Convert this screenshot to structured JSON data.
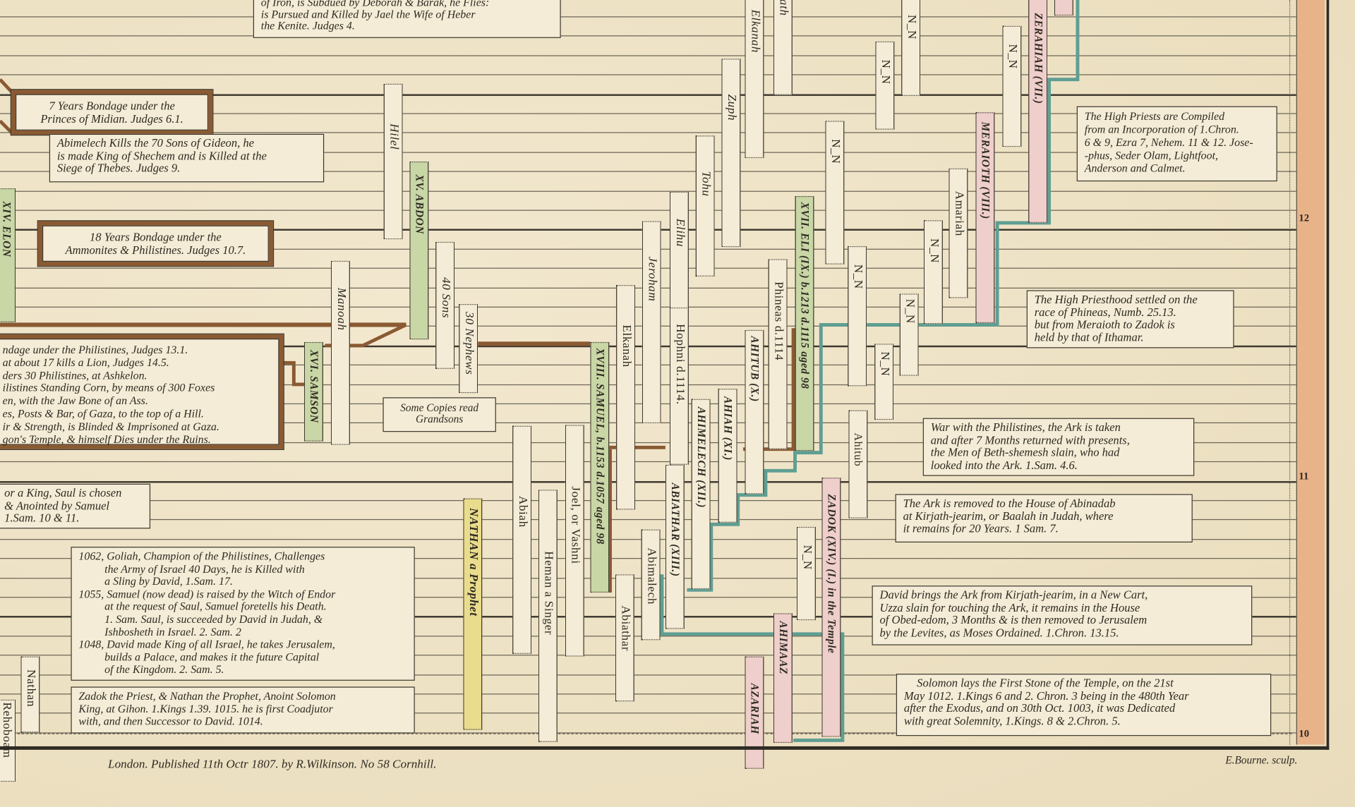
{
  "boxes": {
    "deborah": [
      "of Iron, is Subdued by Deborah & Barak, he Flies:",
      "is Pursued and Killed by Jael the Wife of Heber",
      "the Kenite. Judges 4."
    ],
    "midian": [
      "7 Years Bondage under the",
      "Princes of Midian. Judges 6.1."
    ],
    "abimelech": [
      "Abimelech Kills the 70 Sons of Gideon, he",
      "is made King of Shechem and is Killed at the",
      "Siege of Thebes. Judges 9."
    ],
    "ammonites": [
      "18 Years Bondage under the",
      "Ammonites & Philistines. Judges 10.7."
    ],
    "samson": [
      "ndage under the Philistines, Judges 13.1.",
      "at about 17 kills a Lion, Judges 14.5.",
      "ders 30 Philistines, at Ashkelon.",
      "ilistines Standing Corn, by means of 300 Foxes",
      "en, with the Jaw Bone of an Ass.",
      "es, Posts & Bar, of Gaza, to the top of a Hill.",
      "ir & Strength, is Blinded & Imprisoned at Gaza.",
      "gon's Temple, & himself Dies under the Ruins."
    ],
    "saul": [
      "or a King, Saul is chosen",
      "& Anointed by Samuel",
      "1.Sam. 10 & 11."
    ],
    "goliah": [
      "1062, Goliah, Champion of the Philistines, Challenges",
      "the Army of Israel 40 Days, he is Killed with",
      "a Sling by David, 1.Sam. 17.",
      "1055, Samuel (now dead) is raised by the Witch of Endor",
      "at the request of Saul, Samuel foretells his Death.",
      "1. Sam. Saul, is succeeded by David in Judah, &",
      "Ishbosheth in Israel. 2. Sam. 2",
      "1048, David made King of all Israel, he takes Jerusalem,",
      "builds a Palace, and makes it the future Capital",
      "of the Kingdom. 2. Sam. 5."
    ],
    "zadok": [
      "Zadok the Priest, & Nathan the Prophet, Anoint Solomon",
      "King, at Gihon. 1.Kings 1.39. 1015. he is first Coadjutor",
      "with, and then Successor to David. 1014."
    ],
    "grandsons": [
      "Some Copies read",
      "Grandsons"
    ],
    "high_priests": [
      "The High Priests are Compiled",
      "from an Incorporation of 1.Chron.",
      "6 & 9, Ezra 7, Nehem. 11 & 12. Jose-",
      "-phus, Seder Olam, Lightfoot,",
      "Anderson and Calmet."
    ],
    "phineas": [
      "The High Priesthood settled on the",
      "race of Phineas, Numb. 25.13.",
      "but from Meraioth to Zadok is",
      "held by that of Ithamar."
    ],
    "ark_taken": [
      "War with the Philistines, the Ark is taken",
      "and after 7 Months returned with presents,",
      "the Men of Beth-shemesh slain, who had",
      "looked into the Ark. 1.Sam. 4.6."
    ],
    "ark_removed": [
      "The Ark is removed to the House of Abinadab",
      "at Kirjath-jearim, or Baalah in Judah, where",
      "it remains for 20 Years. 1 Sam. 7."
    ],
    "ark_jerusalem": [
      "David brings the Ark from Kirjath-jearim, in a New Cart,",
      "Uzza slain for touching the Ark, it remains in the House",
      "of Obed-edom, 3 Months & is then removed to Jerusalem",
      "by the Levites, as Moses Ordained. 1.Chron. 13.15."
    ],
    "temple": [
      "Solomon lays the First Stone of the Temple, on the 21st",
      "May 1012. 1.Kings 6 and 2. Chron. 3 being in the 480th Year",
      "after the Exodus, and on 30th Oct. 1003, it was Dedicated",
      "with great Solemnity, 1.Kings. 8 & 2.Chron. 5."
    ]
  },
  "bars": {
    "elon": "XIV. ELON",
    "hilel": "Hilel",
    "abdon": "XV. ABDON",
    "sons": "40 Sons",
    "nephews": "30 Nephews",
    "manoah": "Manoah",
    "samson": "XVI. SAMSON",
    "elkanah_top": "Elkanah",
    "ath": "ath",
    "zuph": "Zuph",
    "tohu": "Tohu",
    "elihu": "Elihu",
    "jeroham": "Jeroham",
    "elkanah": "Elkanah",
    "samuel": "XVIII. SAMUEL, b.1153 d.1057 aged 98",
    "hophni": "Hophni d.1114.",
    "phineas": "Phineas d.1114",
    "eli": "XVII. ELI (IX.) b.1213 d.1115 aged 98",
    "ahitub_hp": "AHITUB (X.)",
    "ahiah": "AHIAH (XI.)",
    "ahimelech": "AHIMELECH (XII.)",
    "abiathar_hp": "ABIATHAR (XIII.)",
    "abimalech": "Abimalech",
    "abiathar": "Abiathar",
    "abiah": "Abiah",
    "joel": "Joel, or Vashni",
    "heman": "Heman a Singer",
    "nathan_prophet": "NATHAN a Prophet",
    "nathan": "Nathan",
    "rehoboam": "Rehoboam",
    "zerahiah": "ZERAHIAH (VII.)",
    "meraioth": "MERAIOTH (VIII.)",
    "amariah": "Amariah",
    "ahitub": "Ahitub",
    "zadok": "ZADOK (XIV.) (I.) in the Temple",
    "ahimaaz": "AHIMAAZ",
    "azariah": "AZARIAH",
    "nn": "N_N"
  },
  "scale": [
    "12",
    "11",
    "10"
  ],
  "footer": {
    "published": "London. Published 11th Octr 1807. by R.Wilkinson. No 58 Cornhill.",
    "engraver": "E.Bourne. sculp."
  },
  "colors": {
    "judges_line": "#8a5a32",
    "priest_line": "#5f9e93",
    "green": "#c9d6a6",
    "pink": "#efcfcb",
    "yellow": "#e9dc8c",
    "scale": "#e9b38a"
  }
}
